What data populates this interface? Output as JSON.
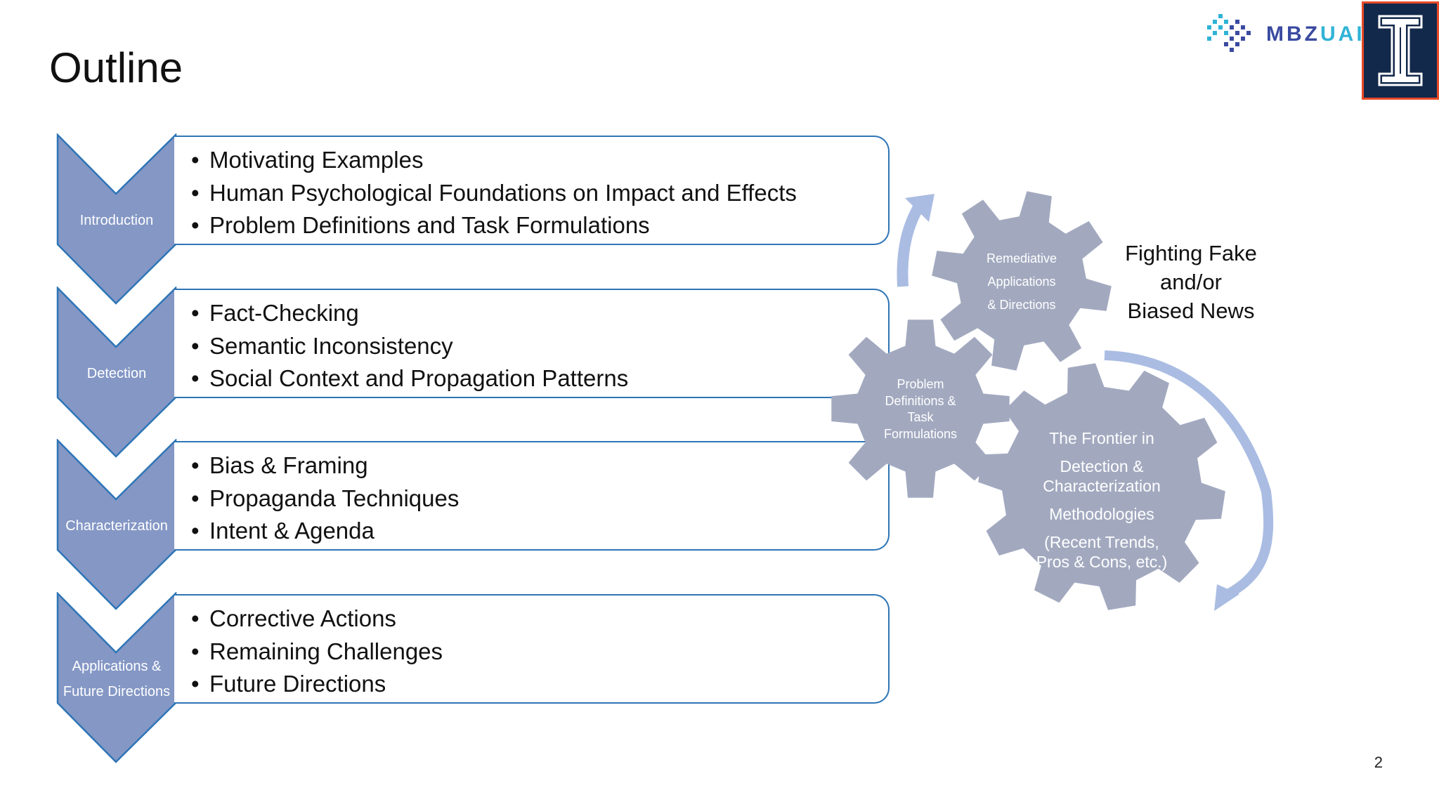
{
  "slide": {
    "title": "Outline",
    "page_number": "2"
  },
  "logos": {
    "mbzuai": {
      "part1": "MBZ",
      "part2": "UAI"
    },
    "illinois": "illinois-block-i-logo"
  },
  "colors": {
    "chevron_fill": "#8497c5",
    "chevron_stroke": "#2e75b6",
    "box_border": "#2e75b6",
    "gear_fill": "#a2a9bf",
    "arrow_fill": "#aabce2",
    "illinois_blue": "#13294b",
    "illinois_orange": "#e84a27"
  },
  "stages": [
    {
      "label_lines": [
        "Introduction"
      ],
      "bullets": [
        "Motivating Examples",
        "Human Psychological Foundations on Impact and Effects",
        "Problem Definitions and Task Formulations"
      ]
    },
    {
      "label_lines": [
        "Detection"
      ],
      "bullets": [
        "Fact-Checking",
        "Semantic Inconsistency",
        "Social Context and Propagation Patterns"
      ]
    },
    {
      "label_lines": [
        "Characterization"
      ],
      "bullets": [
        "Bias & Framing",
        "Propaganda Techniques",
        "Intent & Agenda"
      ]
    },
    {
      "label_lines": [
        "Applications &",
        "Future Directions"
      ],
      "bullets": [
        "Corrective Actions",
        "Remaining Challenges",
        "Future Directions"
      ]
    }
  ],
  "bullet_char": "•",
  "gears": [
    {
      "name": "remediative",
      "lines": [
        "Remediative",
        "Applications",
        "& Directions"
      ]
    },
    {
      "name": "problem-definitions",
      "lines": [
        "Problem",
        "Definitions &",
        "Task",
        "Formulations"
      ]
    },
    {
      "name": "frontier",
      "lines": [
        "The Frontier in",
        "Detection &",
        "Characterization",
        "Methodologies",
        "(Recent Trends,",
        "Pros & Cons, etc.)"
      ]
    }
  ],
  "fighting_lines": [
    "Fighting Fake",
    "and/or",
    "Biased News"
  ]
}
